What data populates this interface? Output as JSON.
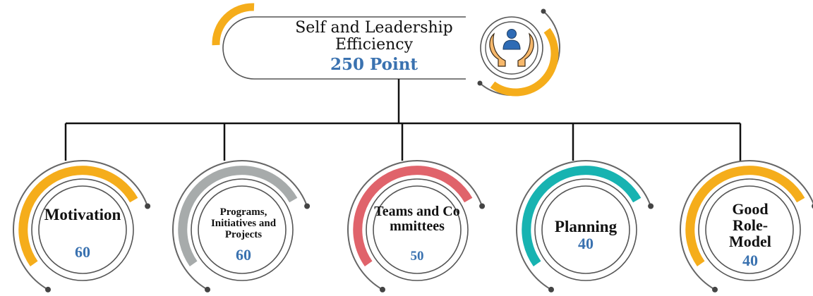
{
  "root": {
    "title": "Self and Leadership Efficiency",
    "points": "250 Point",
    "icon": "hands-protecting-person-icon",
    "accent": "#f5ad1b"
  },
  "nodes": [
    {
      "title": "Motivation",
      "value": "60",
      "color": "#f5ad1b"
    },
    {
      "title": "Programs, Initiatives and Projects",
      "value": "60",
      "color": "#a7abab"
    },
    {
      "title": "Teams and Committees",
      "value": "50",
      "color": "#e0636b"
    },
    {
      "title": "Planning",
      "value": "40",
      "color": "#17b3b1"
    },
    {
      "title": "Good Role-Model",
      "value": "40",
      "color": "#f5ad1b"
    }
  ],
  "colors": {
    "connector": "#111111",
    "value_text": "#3a72b0",
    "ring_outline": "#666666"
  }
}
